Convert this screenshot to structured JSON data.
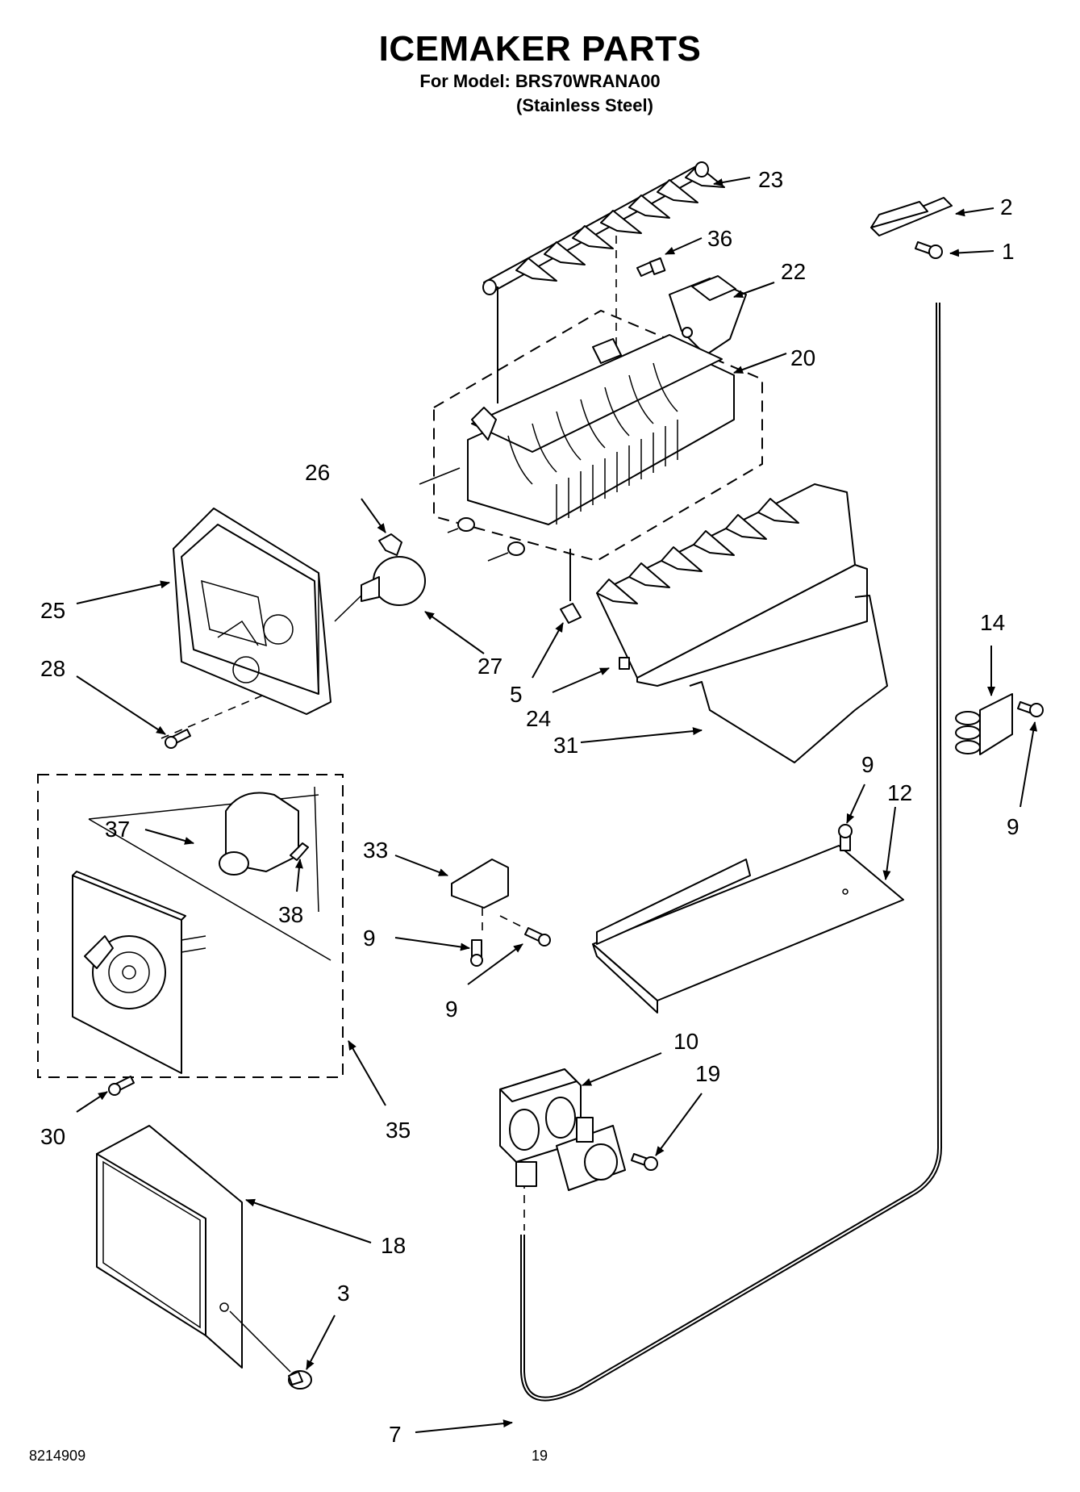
{
  "header": {
    "title": "ICEMAKER PARTS",
    "model_line": "For Model: BRS70WRANA00",
    "finish_line": "(Stainless Steel)"
  },
  "footer": {
    "doc_number": "8214909",
    "page_number": "19"
  },
  "callouts": [
    "23",
    "2",
    "1",
    "36",
    "22",
    "20",
    "26",
    "25",
    "27",
    "28",
    "5",
    "24",
    "31",
    "14",
    "9",
    "9",
    "12",
    "37",
    "33",
    "38",
    "9",
    "9",
    "30",
    "35",
    "10",
    "19",
    "18",
    "3",
    "7"
  ]
}
